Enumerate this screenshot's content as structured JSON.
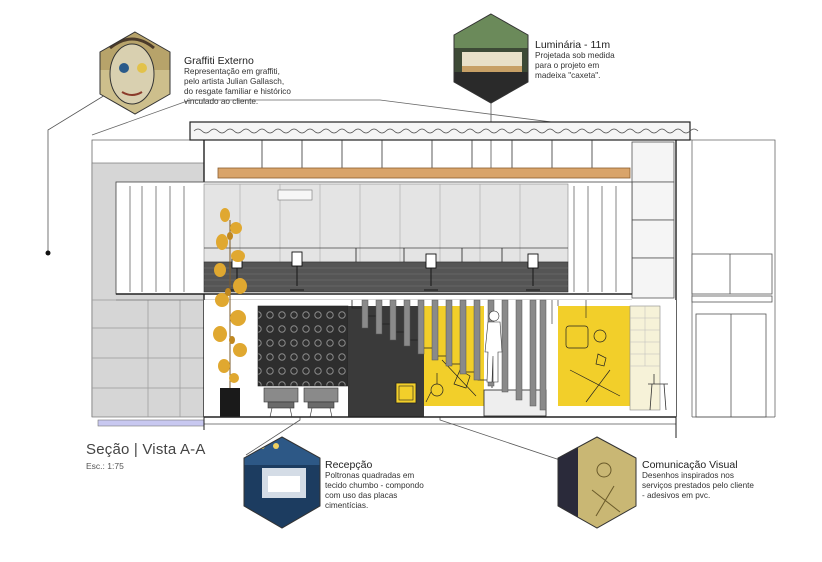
{
  "section": {
    "title": "Seção | Vista A-A",
    "scale": "Esc.: 1:75"
  },
  "callouts": {
    "graffiti": {
      "title": "Graffiti Externo",
      "body": "Representação em graffiti,\npelo artista Julian Gallasch,\ndo resgate familiar e histórico\nvinculado ao cliente."
    },
    "luminaria": {
      "title": "Luminária - 11m",
      "body": "Projetada sob medida\npara o projeto em\nmadeixa \"caxeta\"."
    },
    "recepcao": {
      "title": "Recepção",
      "body": "Poltronas quadradas em\ntecido chumbo - compondo\ncom uso das placas\ncimentícias."
    },
    "comunicacao": {
      "title": "Comunicação Visual",
      "body": "Desenhos inspirados nos\nserviços prestados pelo cliente\n- adesivos em pvc."
    }
  },
  "colors": {
    "yellow": "#f2cf2a",
    "wood": "#d9a46a",
    "dark_panel": "#3a3a3a",
    "grey_wall": "#d8d8d8",
    "line": "#222222"
  },
  "icons": [
    "plant-icon",
    "chair-icon",
    "person-silhouette-icon",
    "armchair-icon"
  ]
}
